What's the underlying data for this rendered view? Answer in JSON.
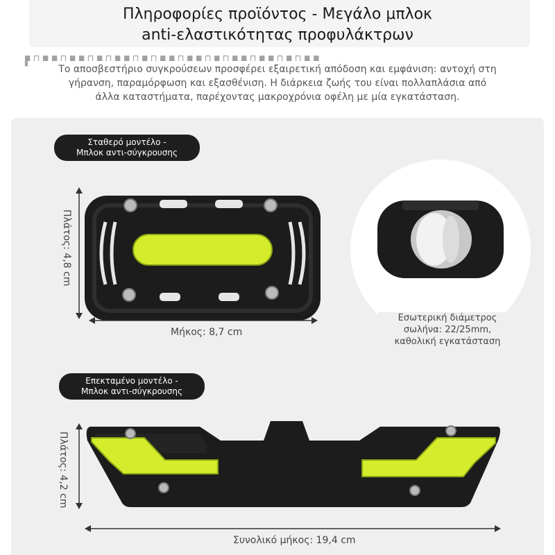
{
  "header": {
    "title_line1": "Πληροφορίες προϊόντος - Μεγάλο μπλοκ",
    "title_line2": "anti-ελαστικότητας προφυλάκτρων"
  },
  "description": {
    "line1": "Το αποσβεστήριο συγκρούσεων προσφέρει εξαιρετική απόδοση και εμφάνιση: αντοχή στη",
    "line2": "γήρανση, παραμόρφωση και εξασθένιση. Η διάρκεια ζωής του είναι πολλαπλάσια από",
    "line3": "άλλα καταστήματα, παρέχοντας μακροχρόνια οφέλη με μία εγκατάσταση."
  },
  "standard": {
    "pill_line1": "Σταθερό μοντέλο -",
    "pill_line2": "Μπλοκ αντι-σύγκρουσης",
    "width_label": "Πλάτος: 4,8 cm",
    "length_label": "Μήκος: 8,7 cm",
    "inner_line1": "Εσωτερική διάμετρος",
    "inner_line2": "σωλήνα: 22/25mm,",
    "inner_line3": "καθολική εγκατάσταση"
  },
  "extended": {
    "pill_line1": "Επεκταμένο μοντέλο -",
    "pill_line2": "Μπλοκ αντι-σύγκρουσης",
    "width_label": "Πλάτος: 4,2 cm",
    "length_label": "Συνολικό μήκος: 19,4 cm"
  },
  "colors": {
    "reflector": "#d4ec2c",
    "body": "#1c1c1c",
    "panel": "#efefef"
  }
}
